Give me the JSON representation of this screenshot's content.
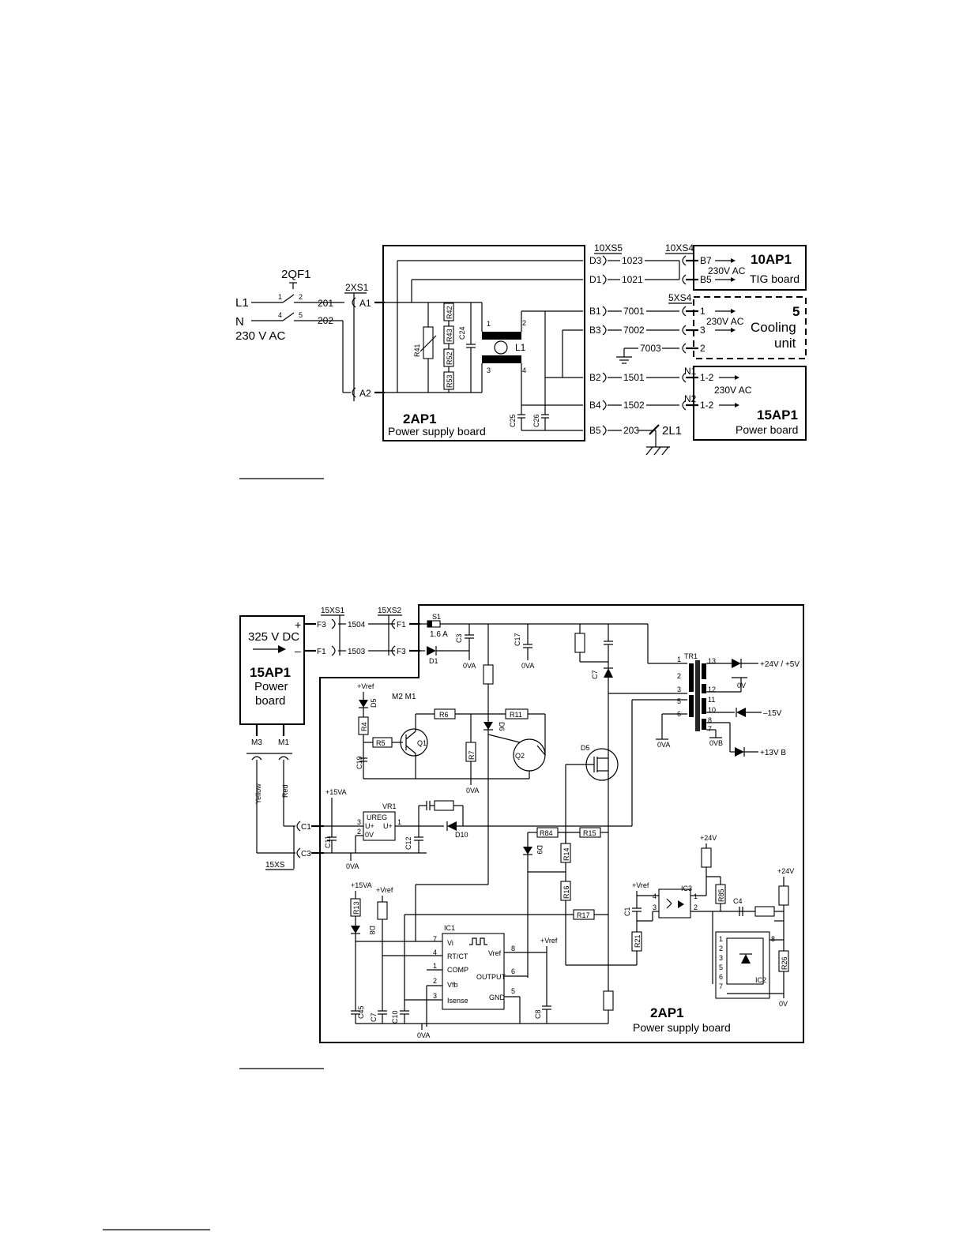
{
  "fig1": {
    "breaker": "2QF1",
    "line_l1": "L1",
    "line_n": "N",
    "mains": "230 V AC",
    "wire_201": "201",
    "wire_202": "202",
    "xs_2": "2XS1",
    "pin_a1": "A1",
    "pin_a2": "A2",
    "sw_1": "1",
    "sw_2": "2",
    "sw_4": "4",
    "sw_5": "5",
    "res": [
      "R41",
      "R42",
      "R43",
      "R52",
      "R53"
    ],
    "cap_c24": "C24",
    "choke": "L1",
    "choke_pins": [
      "1",
      "2",
      "3",
      "4"
    ],
    "caps_bottom": [
      "C25",
      "C26"
    ],
    "board_title": "2AP1",
    "board_sub": "Power supply board",
    "xs_10xs5": "10XS5",
    "xs_10xs4": "10XS4",
    "xs_5xs4": "5XS4",
    "conns": [
      {
        "pin": "D3",
        "wire": "1023"
      },
      {
        "pin": "D1",
        "wire": "1021"
      },
      {
        "pin": "B1",
        "wire": "7001"
      },
      {
        "pin": "B3",
        "wire": "7002"
      },
      {
        "pin": "B2",
        "wire": "1501"
      },
      {
        "pin": "B4",
        "wire": "1502"
      },
      {
        "pin": "B5",
        "wire": "203"
      }
    ],
    "wire_7003": "7003",
    "ground_2l1": "2L1",
    "tig": {
      "title": "10AP1",
      "sub": "TIG board",
      "pin_b7": "B7",
      "pin_b5": "B5",
      "volt": "230V AC"
    },
    "cool": {
      "title": "5",
      "line1": "Cooling",
      "line2": "unit",
      "p1": "1",
      "p3": "3",
      "p2": "2",
      "volt": "230V AC"
    },
    "pwr": {
      "title": "15AP1",
      "sub": "Power board",
      "n1": "N1",
      "n2": "N2",
      "p1": "1-2",
      "p2": "1-2",
      "volt": "230V AC"
    }
  },
  "fig2": {
    "src": {
      "volt": "325 V DC",
      "title": "15AP1",
      "line1": "Power",
      "line2": "board",
      "plus": "+",
      "minus": "–"
    },
    "xs1": "15XS1",
    "xs2": "15XS2",
    "f3": "F3",
    "f1": "F1",
    "f1b": "F1",
    "f3b": "F3",
    "w1504": "1504",
    "w1503": "1503",
    "s1": "S1",
    "fuse": "1.6 A",
    "m3": "M3",
    "m1": "M1",
    "yellow": "Yellow",
    "red": "Red",
    "c1": "C1",
    "c3": "C3",
    "xs": "15XS",
    "caps": [
      "C3",
      "C17",
      "C7",
      "C11",
      "C12",
      "C19",
      "C45",
      "C7",
      "C10",
      "C8",
      "C1",
      "C4"
    ],
    "d1": "D1",
    "d5top": "D5",
    "ova": "0VA",
    "m2m1": "M2 M1",
    "vref": "+Vref",
    "r4": "R4",
    "r5": "R5",
    "r6": "R6",
    "r7": "R7",
    "r11": "R11",
    "d6": "D6",
    "q1": "Q1",
    "q2": "Q2",
    "p15va": "+15VA",
    "vr1": "VR1",
    "ureg": "UREG",
    "uplus": "U+",
    "uplus2": "U+",
    "zero_v": "0V",
    "pin3": "3",
    "pin2": "2",
    "pin1": "1",
    "d10": "D10",
    "d5mos": "D5",
    "r84": "R84",
    "r15": "R15",
    "r14": "R14",
    "r16": "R16",
    "r17": "R17",
    "d9": "D9",
    "r13": "R13",
    "d8": "D8",
    "ic1": {
      "name": "IC1",
      "vi": "Vi",
      "rtct": "RT/CT",
      "comp": "COMP",
      "vfb": "Vfb",
      "isense": "Isense",
      "vref": "Vref",
      "output": "OUTPUT",
      "gnd": "GND",
      "p7": "7",
      "p4": "4",
      "p1": "1",
      "p2": "2",
      "p3": "3",
      "p8": "8",
      "p6": "6",
      "p5": "5"
    },
    "tr1": "TR1",
    "tr_pins": [
      "1",
      "2",
      "3",
      "5",
      "6",
      "13",
      "12",
      "11",
      "10",
      "8",
      "7"
    ],
    "out1": "+24V / +5V",
    "out2": "0V",
    "out3": "–15V",
    "out4": "+13V B",
    "ovb": "0VB",
    "ic3": "IC3",
    "r85": "R85",
    "r21": "R21",
    "r26": "R26",
    "ic2": "IC2",
    "p24a": "+24V",
    "p24b": "+24V",
    "zv": "0V",
    "ic2pins": [
      "1",
      "2",
      "3",
      "5",
      "6",
      "7",
      "8"
    ],
    "ic3pins": [
      "4",
      "3",
      "1",
      "2"
    ],
    "board_title": "2AP1",
    "board_sub": "Power supply board"
  }
}
